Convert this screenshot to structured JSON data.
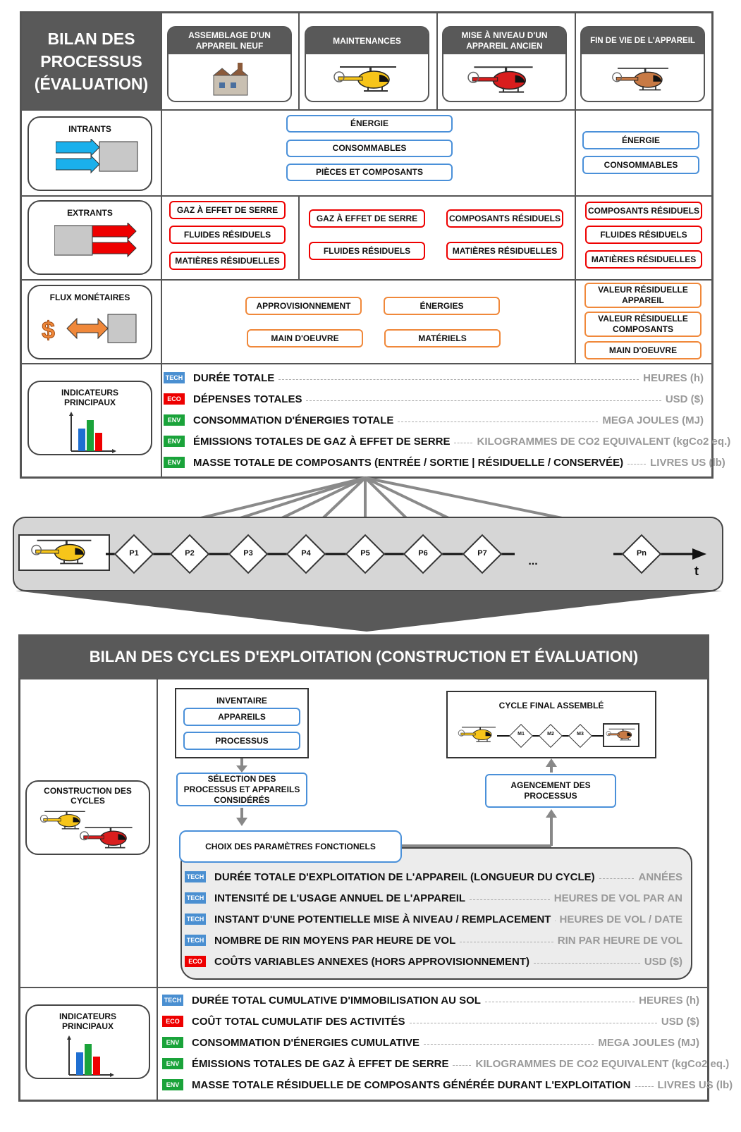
{
  "top": {
    "title": "BILAN DES PROCESSUS (ÉVALUATION)",
    "processes": [
      {
        "label": "ASSEMBLAGE D'UN APPAREIL NEUF",
        "icon": "factory-icon"
      },
      {
        "label": "MAINTENANCES",
        "icon": "yellow-helicopter-icon"
      },
      {
        "label": "MISE À NIVEAU D'UN APPAREIL ANCIEN",
        "icon": "red-helicopter-icon"
      },
      {
        "label": "FIN DE VIE DE L'APPAREIL",
        "icon": "wrecked-helicopter-icon"
      }
    ],
    "intrants": {
      "title": "INTRANTS",
      "main": [
        "ÉNERGIE",
        "CONSOMMABLES",
        "PIÈCES ET COMPOSANTS"
      ],
      "end": [
        "ÉNERGIE",
        "CONSOMMABLES"
      ]
    },
    "extrants": {
      "title": "EXTRANTS",
      "col1": [
        "GAZ À EFFET DE SERRE",
        "FLUIDES RÉSIDUELS",
        "MATIÈRES RÉSIDUELLES"
      ],
      "col2": [
        "GAZ À EFFET DE SERRE",
        "FLUIDES RÉSIDUELS"
      ],
      "col3": [
        "COMPOSANTS RÉSIDUELS",
        "MATIÈRES RÉSIDUELLES"
      ],
      "end": [
        "COMPOSANTS RÉSIDUELS",
        "FLUIDES RÉSIDUELS",
        "MATIÈRES RÉSIDUELLES"
      ]
    },
    "flux": {
      "title": "FLUX MONÉTAIRES",
      "main": [
        "APPROVISIONNEMENT",
        "ÉNERGIES",
        "MAIN D'OEUVRE",
        "MATÉRIELS"
      ],
      "end": [
        "VALEUR RÉSIDUELLE APPAREIL",
        "VALEUR RÉSIDUELLE COMPOSANTS",
        "MAIN D'OEUVRE"
      ]
    },
    "indicators": {
      "title": "INDICATEURS PRINCIPAUX",
      "rows": [
        {
          "tag": "TECH",
          "label": "DURÉE TOTALE",
          "unit": "HEURES (h)"
        },
        {
          "tag": "ECO",
          "label": "DÉPENSES TOTALES",
          "unit": "USD ($)"
        },
        {
          "tag": "ENV",
          "label": "CONSOMMATION D'ÉNERGIES TOTALE",
          "unit": "MEGA JOULES (MJ)"
        },
        {
          "tag": "ENV",
          "label": "ÉMISSIONS TOTALES DE GAZ À EFFET DE SERRE",
          "unit": "KILOGRAMMES DE CO2 EQUIVALENT (kgCo2 eq.)"
        },
        {
          "tag": "ENV",
          "label": "MASSE TOTALE DE COMPOSANTS (ENTRÉE / SORTIE | RÉSIDUELLE / CONSERVÉE)",
          "unit": "LIVRES US (lb)"
        }
      ]
    }
  },
  "timeline": {
    "nodes": [
      "P1",
      "P2",
      "P3",
      "P4",
      "P5",
      "P6",
      "P7",
      "Pn"
    ],
    "ellipsis": "...",
    "axis": "t"
  },
  "bottom": {
    "title": "BILAN DES CYCLES D'EXPLOITATION (CONSTRUCTION ET ÉVALUATION)",
    "construction_title": "CONSTRUCTION DES CYCLES",
    "inventaire": {
      "title": "INVENTAIRE",
      "items": [
        "APPAREILS",
        "PROCESSUS"
      ]
    },
    "selection": "SÉLECTION DES PROCESSUS ET APPAREILS CONSIDÉRÉS",
    "choix": "CHOIX DES PARAMÈTRES FONCTIONELS",
    "agencement": "AGENCEMENT DES PROCESSUS",
    "cycle_final": {
      "title": "CYCLE FINAL ASSEMBLÉ",
      "nodes": [
        "M1",
        "M2",
        "M3"
      ]
    },
    "params": [
      {
        "tag": "TECH",
        "label": "DURÉE TOTALE D'EXPLOITATION DE L'APPAREIL (LONGUEUR DU CYCLE)",
        "unit": "ANNÉES"
      },
      {
        "tag": "TECH",
        "label": "INTENSITÉ DE L'USAGE ANNUEL DE L'APPAREIL",
        "unit": "HEURES DE VOL PAR AN"
      },
      {
        "tag": "TECH",
        "label": "INSTANT D'UNE POTENTIELLE MISE À NIVEAU / REMPLACEMENT",
        "unit": "HEURES DE VOL / DATE"
      },
      {
        "tag": "TECH",
        "label": "NOMBRE DE RIN MOYENS PAR HEURE DE VOL",
        "unit": "RIN PAR HEURE DE VOL"
      },
      {
        "tag": "ECO",
        "label": "COÛTS VARIABLES ANNEXES (HORS APPROVISIONNEMENT)",
        "unit": "USD ($)"
      }
    ],
    "indicators": {
      "title": "INDICATEURS PRINCIPAUX",
      "rows": [
        {
          "tag": "TECH",
          "label": "DURÉE TOTAL CUMULATIVE D'IMMOBILISATION AU SOL",
          "unit": "HEURES (h)"
        },
        {
          "tag": "ECO",
          "label": "COÛT TOTAL CUMULATIF DES ACTIVITÉS",
          "unit": "USD ($)"
        },
        {
          "tag": "ENV",
          "label": "CONSOMMATION D'ÉNERGIES CUMULATIVE",
          "unit": "MEGA JOULES (MJ)"
        },
        {
          "tag": "ENV",
          "label": "ÉMISSIONS TOTALES DE GAZ À EFFET DE SERRE",
          "unit": "KILOGRAMMES DE CO2 EQUIVALENT (kgCo2 eq.)"
        },
        {
          "tag": "ENV",
          "label": "MASSE TOTALE RÉSIDUELLE DE COMPOSANTS GÉNÉRÉE DURANT L'EXPLOITATION",
          "unit": "LIVRES US (lb)"
        }
      ]
    }
  },
  "colors": {
    "tech": "#4a8fd1",
    "eco": "#e00000",
    "env": "#1aa33a",
    "header": "#595959"
  }
}
